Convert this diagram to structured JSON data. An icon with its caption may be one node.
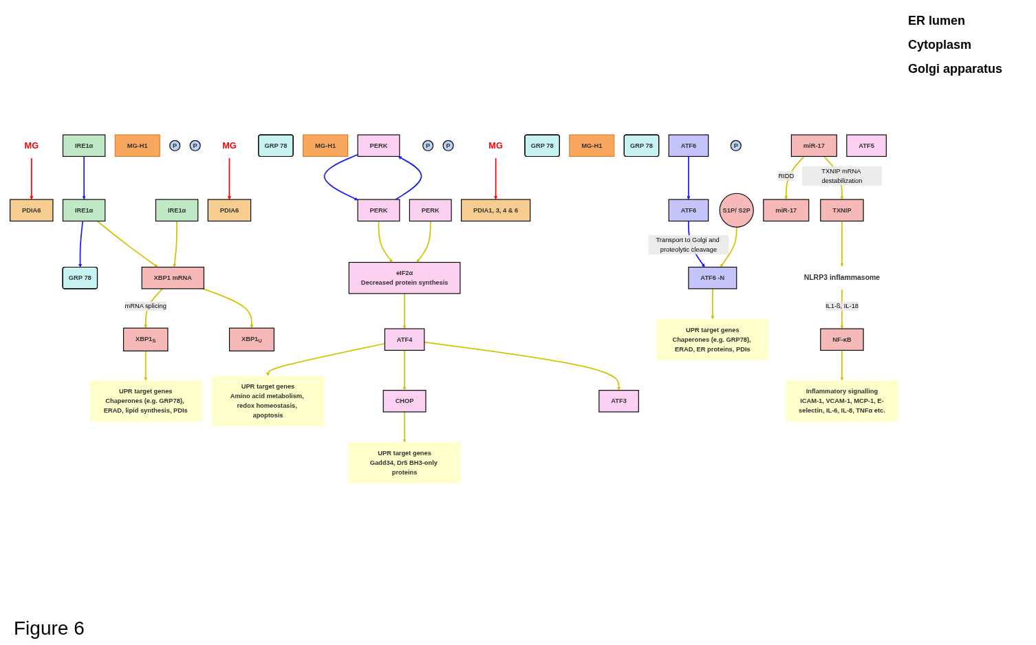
{
  "diagram": {
    "caption": "Figure 6",
    "nodes": [
      {
        "text": [
          "MG"
        ]
      },
      {
        "text": [
          "PDIA6"
        ]
      },
      {
        "text": [
          "GRP 78"
        ]
      },
      {
        "text": [
          "IRE1α"
        ]
      },
      {
        "text": [
          "MG-H1"
        ]
      },
      {
        "text": [
          "IRE1α"
        ]
      },
      {
        "text": [
          "IRE1α"
        ]
      },
      {
        "text": [
          "P"
        ]
      },
      {
        "text": [
          "P"
        ]
      },
      {
        "text": [
          "MG"
        ]
      },
      {
        "text": [
          "PDIA6"
        ]
      },
      {
        "text": [
          "GRP 78"
        ]
      },
      {
        "text": [
          "MG-H1"
        ]
      },
      {
        "text": [
          "PERK"
        ]
      },
      {
        "text": [
          "PERK"
        ]
      },
      {
        "text": [
          "PERK"
        ]
      },
      {
        "text": [
          "P"
        ]
      },
      {
        "text": [
          "P"
        ]
      },
      {
        "text": [
          "MG"
        ]
      },
      {
        "text": [
          "GRP 78"
        ]
      },
      {
        "text": [
          "MG-H1"
        ]
      },
      {
        "text": [
          "GRP 78"
        ]
      },
      {
        "text": [
          "PDIA1, 3, 4 & 6"
        ]
      },
      {
        "text": [
          "ATF6"
        ]
      },
      {
        "text": [
          "ATF6"
        ]
      },
      {
        "text": [
          "S1P/ S2P"
        ]
      },
      {
        "text": [
          "XBP1 mRNA"
        ]
      },
      {
        "text": [
          "eIF2α",
          "Decreased protein synthesis"
        ]
      },
      {
        "text": [
          "P"
        ]
      },
      {
        "text": [
          "miR-17"
        ]
      },
      {
        "text": [
          "miR-17"
        ]
      },
      {
        "text": [
          "XBP1$_{U}$"
        ]
      },
      {
        "text": [
          "ATF4"
        ]
      },
      {
        "text": [
          "ATF6 -N"
        ]
      },
      {
        "text": [
          "TXNIP"
        ]
      },
      {
        "text": [
          "XBP1$_{S}$"
        ]
      },
      {
        "text": [
          "UPR target genes",
          "Amino acid metabolism, redox homeostasis, apoptosis"
        ]
      },
      {
        "text": [
          "UPR target genes",
          "Chaperones (e.g. GRP78), ERAD, ER proteins, PDIs"
        ]
      },
      {
        "text": [
          "UPR target genes",
          "Chaperones (e.g. GRP78), ERAD, lipid synthesis, PDIs"
        ]
      },
      {
        "text": [
          "NLRP3 inflammasome"
        ]
      },
      {
        "text": [
          "ATF3"
        ]
      },
      {
        "text": [
          "ATF5"
        ]
      },
      {
        "text": [
          "CHOP"
        ]
      },
      {
        "text": [
          "NF-κB"
        ]
      },
      {
        "text": [
          "UPR target genes",
          "Gadd34, Dr5 BH3-only proteins"
        ]
      },
      {
        "text": [
          "Inflammatory signalling",
          "ICAM-1, VCAM-1, MCP-1, E-selectin, IL-6, IL-8, TNFα etc."
        ]
      }
    ],
    "edges": [
      {
        "from": 0,
        "to": 1,
        "arrow": "to",
        "color": "#ff0000"
      },
      {
        "from": 5,
        "to": 2,
        "arrow": "to",
        "color": "#1a1aff"
      },
      {
        "from": 3,
        "to": 5,
        "arrow": "to",
        "color": "#1a1aff"
      },
      {
        "from": 9,
        "to": 10,
        "arrow": "to",
        "color": "#ff0000"
      },
      {
        "from": 14,
        "to": 13,
        "arrow": "to",
        "color": "#1a1aff"
      },
      {
        "from": 13,
        "to": 14,
        "arrow": "to",
        "color": "#1a1aff"
      },
      {
        "from": 18,
        "to": 22,
        "arrow": "to",
        "color": "#ff0000"
      },
      {
        "from": 23,
        "to": 24,
        "arrow": "to",
        "color": "#1a1aff"
      },
      {
        "from": 24,
        "to": 33,
        "arrow": "to",
        "label": "Transport to Golgi and proteolytic cleavage",
        "color": "#1a1aff"
      },
      {
        "from": 25,
        "to": 33,
        "arrow": "to"
      },
      {
        "from": 5,
        "to": 26,
        "arrow": "to"
      },
      {
        "from": 6,
        "to": 26,
        "arrow": "to"
      },
      {
        "from": 26,
        "to": 35,
        "arrow": "to",
        "label": "mRNA splicing"
      },
      {
        "from": 26,
        "to": 31,
        "arrow": "to"
      },
      {
        "from": 29,
        "to": 30,
        "arrow": "to",
        "label": "RIDD"
      },
      {
        "from": 29,
        "to": 34,
        "arrow": "to",
        "label": "TXNIP mRNA destabilization"
      },
      {
        "from": 34,
        "to": 39,
        "arrow": "to"
      },
      {
        "from": 39,
        "to": 43,
        "arrow": "to",
        "label": "IL1-ß, IL-18"
      },
      {
        "from": 43,
        "to": 45,
        "arrow": "to"
      },
      {
        "from": 35,
        "to": 38,
        "arrow": "to"
      },
      {
        "from": 14,
        "to": 27,
        "arrow": "to"
      },
      {
        "from": 15,
        "to": 27,
        "arrow": "to"
      },
      {
        "from": 27,
        "to": 32,
        "arrow": "to"
      },
      {
        "from": 32,
        "to": 36,
        "arrow": "to"
      },
      {
        "from": 32,
        "to": 42,
        "arrow": "to"
      },
      {
        "from": 32,
        "to": 40,
        "arrow": "to"
      },
      {
        "from": 42,
        "to": 44,
        "arrow": "to"
      },
      {
        "from": 33,
        "to": 37,
        "arrow": "to"
      }
    ],
    "labels": [
      "ER lumen",
      "Cytoplasm",
      "Golgi apparatus"
    ]
  }
}
